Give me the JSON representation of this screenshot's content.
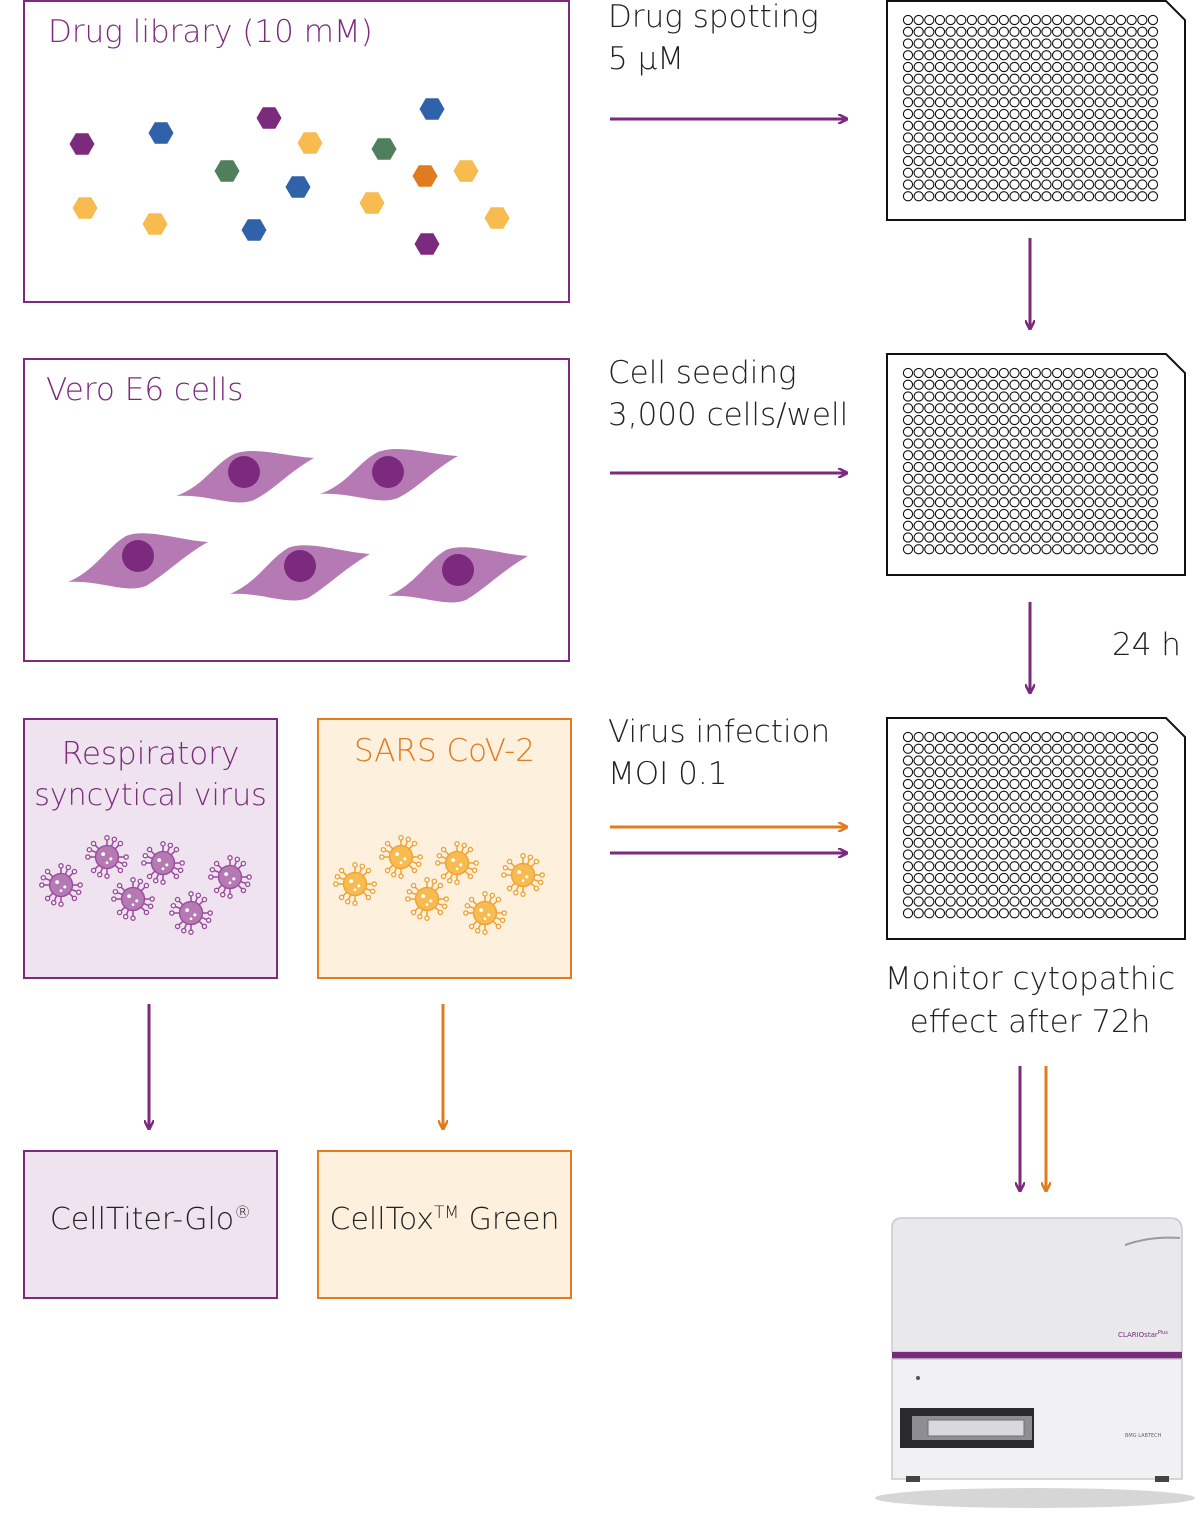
{
  "colors": {
    "purple": "#7b2a7e",
    "orange": "#e07b20",
    "light_purple_fill": "#efe3ef",
    "light_orange_fill": "#fdf0dd",
    "cell_fill": "#b57ab4",
    "nucleus_fill": "#7b2a7e",
    "hex_purple": "#7b2a7e",
    "hex_blue": "#2f62a8",
    "hex_yellow": "#f7bb4f",
    "hex_green": "#4f7f5c",
    "hex_orange": "#e07b20"
  },
  "drug_library": {
    "title": "Drug library (10 mM)"
  },
  "vero_cells": {
    "title": "Vero E6 cells"
  },
  "rsv": {
    "title_line1": "Respiratory",
    "title_line2": "syncytical virus"
  },
  "sars": {
    "title": "SARS CoV-2"
  },
  "steps": {
    "drug_spotting": {
      "line1": "Drug spotting",
      "line2": "5 µM"
    },
    "cell_seeding": {
      "line1": "Cell seeding",
      "line2": "3,000 cells/well"
    },
    "incubation": {
      "label": "24 h"
    },
    "virus_infection": {
      "line1": "Virus infection",
      "line2": "MOI 0.1"
    },
    "monitor": {
      "line1": "Monitor cytopathic",
      "line2": "effect after 72h"
    }
  },
  "assays": {
    "celltiter": {
      "name": "CellTiter-Glo",
      "mark": "®"
    },
    "celltox": {
      "name_pre": "CellTox",
      "mark": "TM",
      "name_post": " Green"
    }
  },
  "reader": {
    "brand": "CLARIOstar",
    "brand_sup": "Plus",
    "maker": "BMG LABTECH"
  },
  "plate": {
    "rows": 16,
    "cols": 24
  }
}
